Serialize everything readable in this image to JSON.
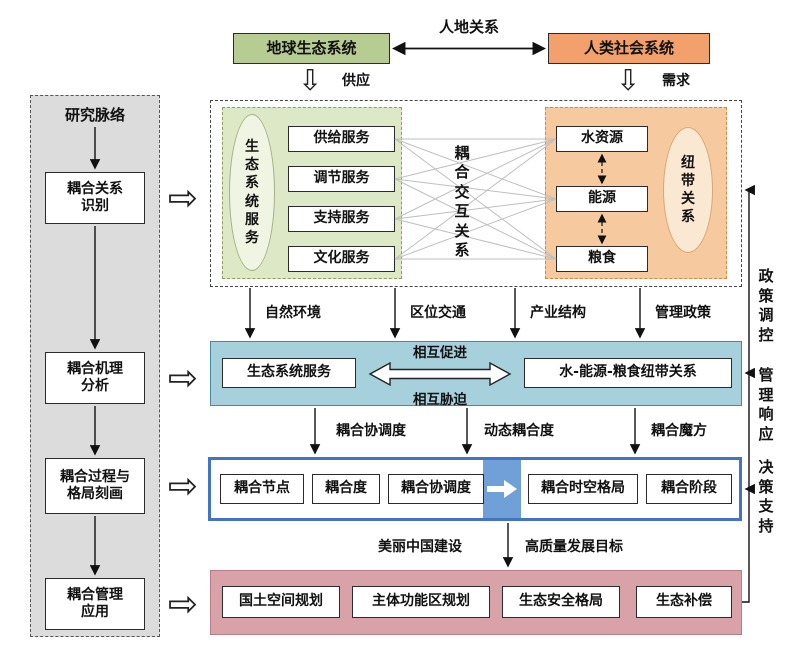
{
  "top": {
    "earth_label": "地球生态系统",
    "relation_label": "人地关系",
    "society_label": "人类社会系统",
    "supply_label": "供应",
    "demand_label": "需求"
  },
  "sidebar": {
    "title": "研究脉络",
    "items": [
      "耦合关系\n识别",
      "耦合机理\n分析",
      "耦合过程与\n格局刻画",
      "耦合管理\n应用"
    ]
  },
  "identification": {
    "ecosystem_ellipse": "生态系统服务",
    "services": [
      "供给服务",
      "调节服务",
      "支持服务",
      "文化服务"
    ],
    "interaction_label": "耦合交互关系",
    "resources": [
      "水资源",
      "能源",
      "粮食"
    ],
    "nexus_ellipse": "纽带关系"
  },
  "drivers": [
    "自然环境",
    "区位交通",
    "产业结构",
    "管理政策"
  ],
  "mechanism": {
    "left_box": "生态系统服务",
    "promote": "相互促进",
    "coerce": "相互胁迫",
    "right_box": "水-能源-粮食纽带关系"
  },
  "measures": [
    "耦合协调度",
    "动态耦合度",
    "耦合魔方"
  ],
  "process": [
    "耦合节点",
    "耦合度",
    "耦合协调度",
    "耦合时空格局",
    "耦合阶段"
  ],
  "goals": [
    "美丽中国建设",
    "高质量发展目标"
  ],
  "applications": [
    "国土空间规划",
    "主体功能区规划",
    "生态安全格局",
    "生态补偿"
  ],
  "feedback": [
    "政策调控",
    "管理响应",
    "决策支持"
  ],
  "icons": {
    "hollow_down_arrow": "⇩",
    "hollow_right_arrow": "⇨"
  },
  "colors": {
    "earth_green": "#b7cc92",
    "society_orange": "#f2a06c",
    "eco_panel_green": "#dde9c6",
    "nexus_panel_orange": "#f7c99e",
    "mechanism_blue": "#a6d1dc",
    "process_border_blue": "#4472c4",
    "application_pink": "#d9a2a8",
    "sidebar_gray": "#dcdcdc"
  }
}
